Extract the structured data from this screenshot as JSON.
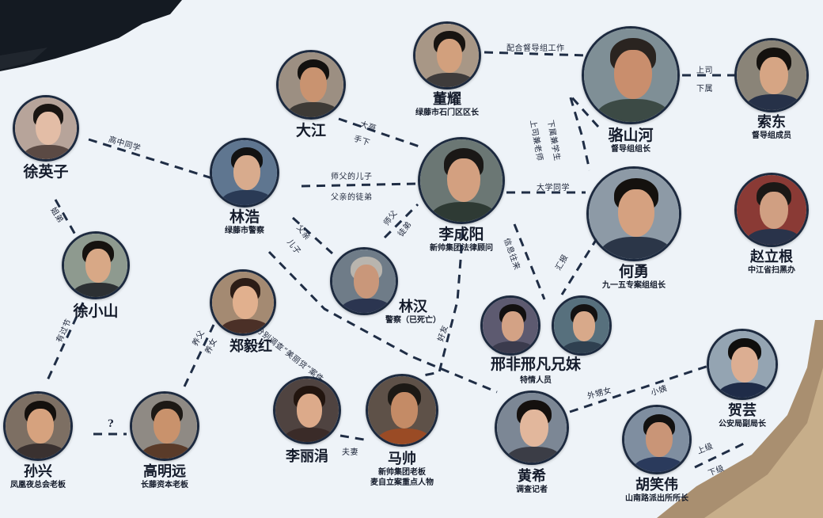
{
  "diagram": {
    "people": [
      {
        "id": "xuyingzi",
        "name": "徐英子",
        "role": [],
        "skin": "#e3bda6",
        "hair": "#1a1512",
        "outfit": "#5b4a44",
        "bg": "#b7a49a"
      },
      {
        "id": "xuxiaoshan",
        "name": "徐小山",
        "role": [],
        "skin": "#d8a886",
        "hair": "#15120f",
        "outfit": "#2c3033",
        "bg": "#8e9a8f"
      },
      {
        "id": "sunxing",
        "name": "孙兴",
        "role": [
          "凤凰夜总会老板"
        ],
        "skin": "#d6a27e",
        "hair": "#14100d",
        "outfit": "#3a3130",
        "bg": "#7d6f63"
      },
      {
        "id": "gaomingyuan",
        "name": "高明远",
        "role": [
          "长藤资本老板"
        ],
        "skin": "#c9926c",
        "hair": "#1d1915",
        "outfit": "#5a3b29",
        "bg": "#8f8a84"
      },
      {
        "id": "zhengyihong",
        "name": "郑毅红",
        "role": [],
        "skin": "#e1b08e",
        "hair": "#2b1c16",
        "outfit": "#4b3027",
        "bg": "#a48a72"
      },
      {
        "id": "linhao",
        "name": "林浩",
        "role": [
          "绿藤市警察"
        ],
        "skin": "#d8ab8d",
        "hair": "#121212",
        "outfit": "#2a3a55",
        "bg": "#5f7690"
      },
      {
        "id": "dajiang",
        "name": "大江",
        "role": [],
        "skin": "#c99370",
        "hair": "#13110f",
        "outfit": "#3d3a36",
        "bg": "#9c8f82"
      },
      {
        "id": "dongyao",
        "name": "董耀",
        "role": [
          "绿藤市石门区区长"
        ],
        "skin": "#d2a07d",
        "hair": "#171411",
        "outfit": "#3e3b3b",
        "bg": "#a89786"
      },
      {
        "id": "lichengyang",
        "name": "李成阳",
        "role": [
          "新帅集团法律顾问"
        ],
        "skin": "#d3a080",
        "hair": "#1a1816",
        "outfit": "#2e3a34",
        "bg": "#6b7774"
      },
      {
        "id": "linhan",
        "name": "林汉",
        "role": [
          "警察（已死亡）"
        ],
        "skin": "#c9977a",
        "hair": "#b9b5ae",
        "outfit": "#2b3550",
        "bg": "#6f7c88"
      },
      {
        "id": "luoshanhe",
        "name": "骆山河",
        "role": [
          "督导组组长"
        ],
        "skin": "#c98e6d",
        "hair": "#2a2420",
        "outfit": "#3c4a45",
        "bg": "#7f8f96"
      },
      {
        "id": "suodong",
        "name": "索东",
        "role": [
          "督导组成员"
        ],
        "skin": "#d6a584",
        "hair": "#14110e",
        "outfit": "#263148",
        "bg": "#8a8478"
      },
      {
        "id": "heyong",
        "name": "何勇",
        "role": [
          "九一五专案组组长"
        ],
        "skin": "#d5a180",
        "hair": "#14110e",
        "outfit": "#2b3648",
        "bg": "#8d9aa6"
      },
      {
        "id": "zhaoligen",
        "name": "赵立根",
        "role": [
          "中江省扫黑办"
        ],
        "skin": "#d09f82",
        "hair": "#1b1816",
        "outfit": "#29334a",
        "bg": "#8a3a35"
      },
      {
        "id": "xingfei",
        "name": "邢非",
        "role": [],
        "skin": "#d3a285",
        "hair": "#121010",
        "outfit": "#3b3b4d",
        "bg": "#5d5a70"
      },
      {
        "id": "xingfan",
        "name": "邢凡",
        "role": [],
        "skin": "#d8a98a",
        "hair": "#141212",
        "outfit": "#2f4050",
        "bg": "#57707d"
      },
      {
        "id": "lilijuan",
        "name": "李丽涓",
        "role": [],
        "skin": "#dcaa8a",
        "hair": "#22150f",
        "outfit": "#3a2b28",
        "bg": "#4f4340"
      },
      {
        "id": "mashuai",
        "name": "马帅",
        "role": [
          "新帅集团老板",
          "麦自立案重点人物"
        ],
        "skin": "#c48b66",
        "hair": "#1c1915",
        "outfit": "#9a4b25",
        "bg": "#5e5148"
      },
      {
        "id": "huangxi",
        "name": "黄希",
        "role": [
          "调查记者"
        ],
        "skin": "#e2b79c",
        "hair": "#14100e",
        "outfit": "#3b3d46",
        "bg": "#7c8795"
      },
      {
        "id": "heyun",
        "name": "贺芸",
        "role": [
          "公安局副局长"
        ],
        "skin": "#dcae92",
        "hair": "#0f0e0d",
        "outfit": "#1f2c48",
        "bg": "#94a4b2"
      },
      {
        "id": "huxiaowei",
        "name": "胡笑伟",
        "role": [
          "山南路派出所所长"
        ],
        "skin": "#c99577",
        "hair": "#121110",
        "outfit": "#2a3a5c",
        "bg": "#7f8ea0"
      }
    ],
    "group_label": {
      "name": "邢非邢凡兄妹",
      "role": "特情人员"
    },
    "relations": [
      {
        "id": "r1",
        "texts": [
          "高中同学"
        ]
      },
      {
        "id": "r2",
        "texts": [
          "姐弟"
        ]
      },
      {
        "id": "r3",
        "texts": [
          "有过节"
        ]
      },
      {
        "id": "r4",
        "texts": [
          "?"
        ]
      },
      {
        "id": "r5",
        "texts": [
          "养父",
          "养女"
        ]
      },
      {
        "id": "r6",
        "texts": [
          "师父的儿子",
          "父亲的徒弟"
        ]
      },
      {
        "id": "r7",
        "texts": [
          "大哥",
          "手下"
        ]
      },
      {
        "id": "r8",
        "texts": [
          "配合督导组工作"
        ]
      },
      {
        "id": "r9",
        "texts": [
          "上司",
          "下属"
        ]
      },
      {
        "id": "r10",
        "texts": [
          "上司兼老师",
          "下属兼学生"
        ]
      },
      {
        "id": "r11",
        "texts": [
          "大学同学"
        ]
      },
      {
        "id": "r12",
        "texts": [
          "父亲",
          "儿子"
        ]
      },
      {
        "id": "r13",
        "texts": [
          "师父",
          "徒弟"
        ]
      },
      {
        "id": "r14",
        "texts": [
          "分别调查“美丽贷”案件"
        ]
      },
      {
        "id": "r15",
        "texts": [
          "好友"
        ]
      },
      {
        "id": "r16",
        "texts": [
          "信息往来"
        ]
      },
      {
        "id": "r17",
        "texts": [
          "汇报"
        ]
      },
      {
        "id": "r18",
        "texts": [
          "夫妻"
        ]
      },
      {
        "id": "r19",
        "texts": [
          "外甥女",
          "小姨"
        ]
      },
      {
        "id": "r20",
        "texts": [
          "上级",
          "下级"
        ]
      }
    ]
  }
}
